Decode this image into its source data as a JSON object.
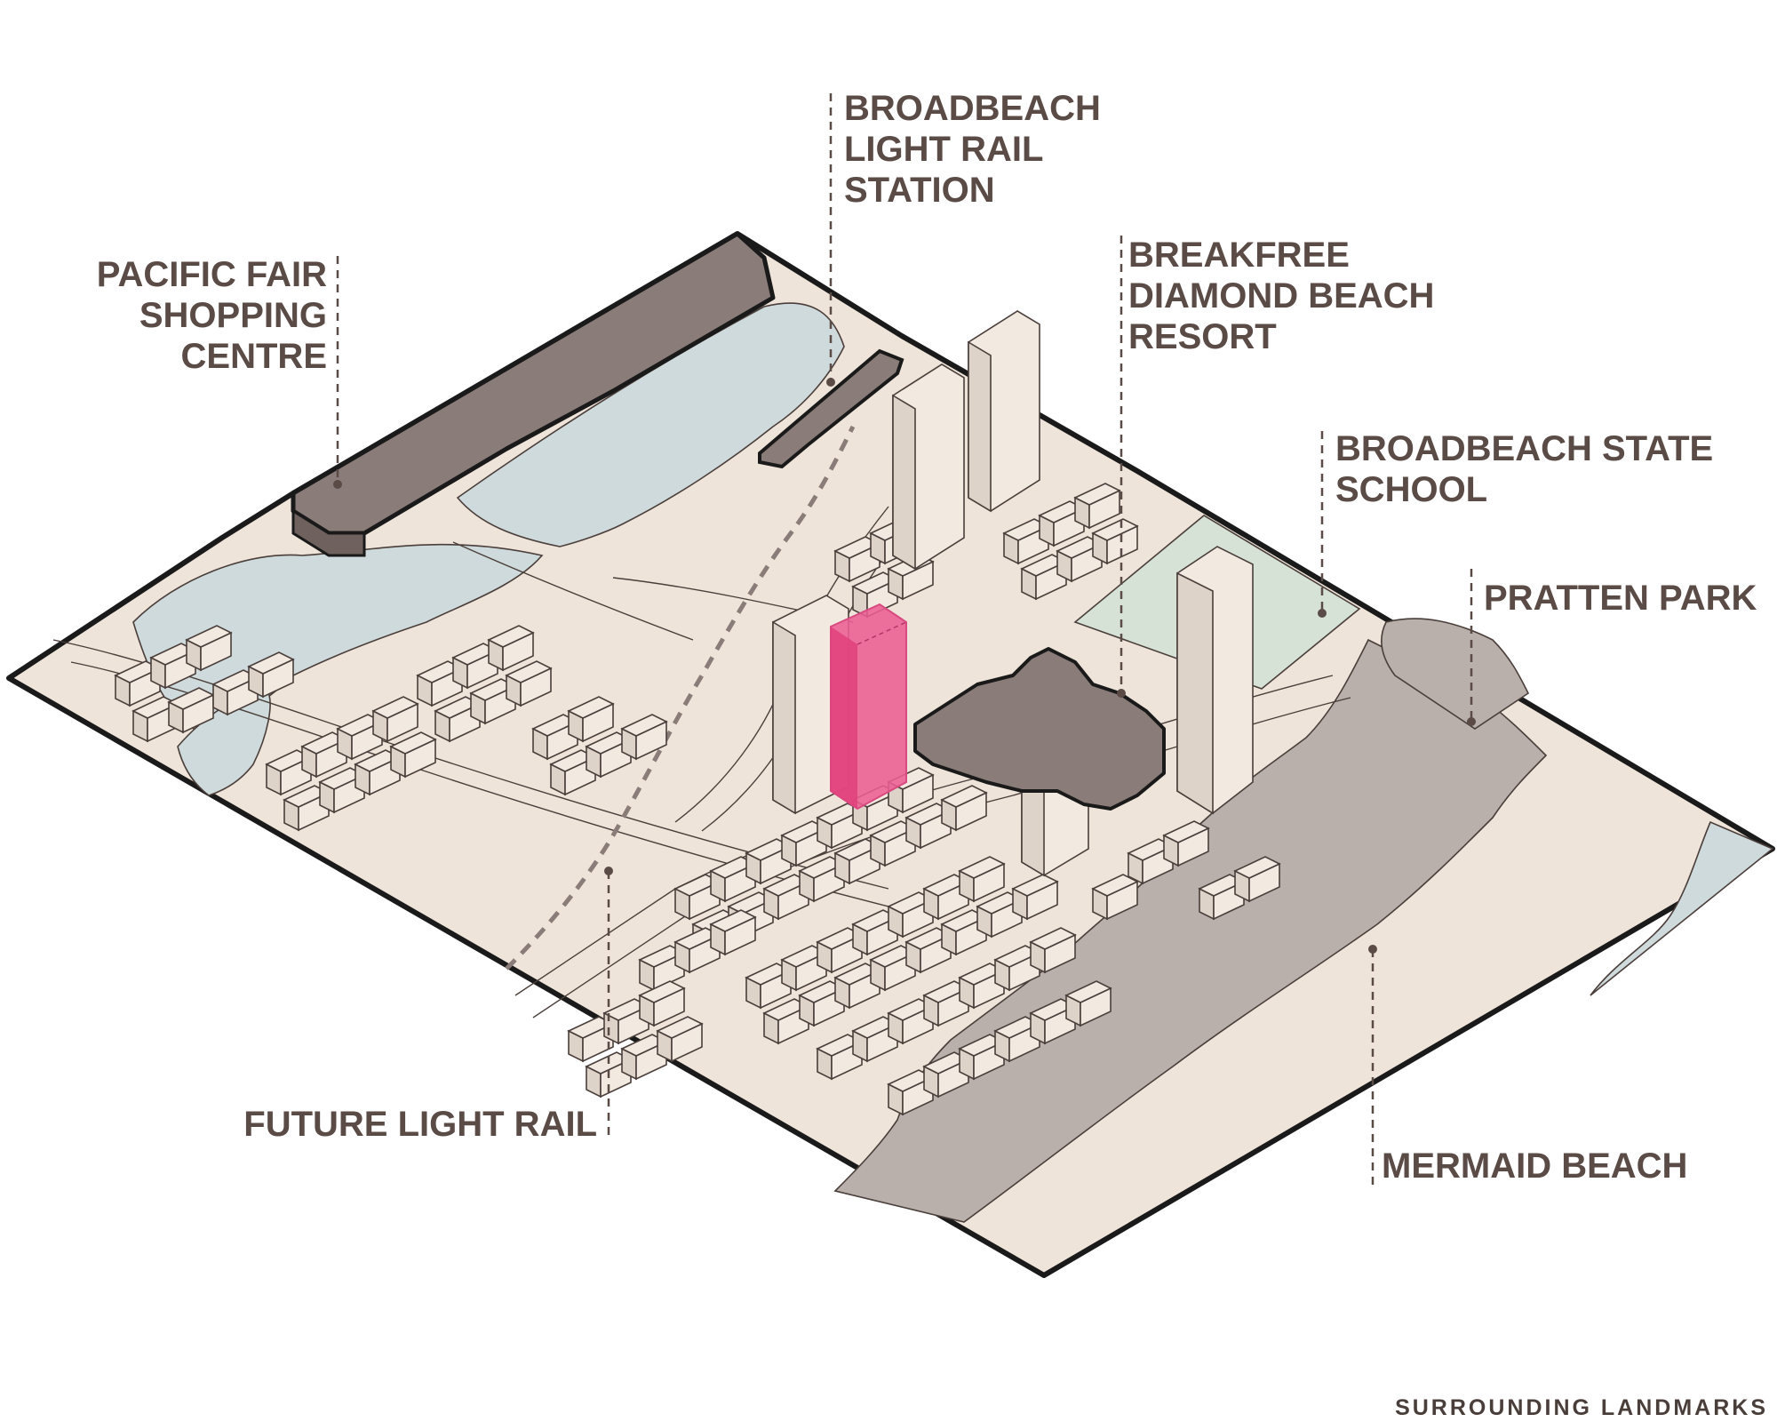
{
  "caption": "SURROUNDING LANDMARKS",
  "landmarks": {
    "pacific_fair": [
      "PACIFIC FAIR",
      "SHOPPING",
      "CENTRE"
    ],
    "light_rail_station": [
      "BROADBEACH",
      "LIGHT RAIL",
      "STATION"
    ],
    "breakfree": [
      "BREAKFREE",
      "DIAMOND BEACH",
      "RESORT"
    ],
    "state_school": [
      "BROADBEACH STATE",
      "SCHOOL"
    ],
    "pratten_park": [
      "PRATTEN PARK"
    ],
    "future_light_rail": [
      "FUTURE LIGHT RAIL"
    ],
    "mermaid_beach": [
      "MERMAID BEACH"
    ]
  },
  "colors": {
    "ground": "#efe4da",
    "water": "#cfdadc",
    "beach": "#b9b0ab",
    "park": "#d5e2d5",
    "landmark_building": "#8a7c78",
    "site_highlight": "#ec5f92",
    "outline": "#1a1a1a",
    "text": "#5a4b46"
  }
}
